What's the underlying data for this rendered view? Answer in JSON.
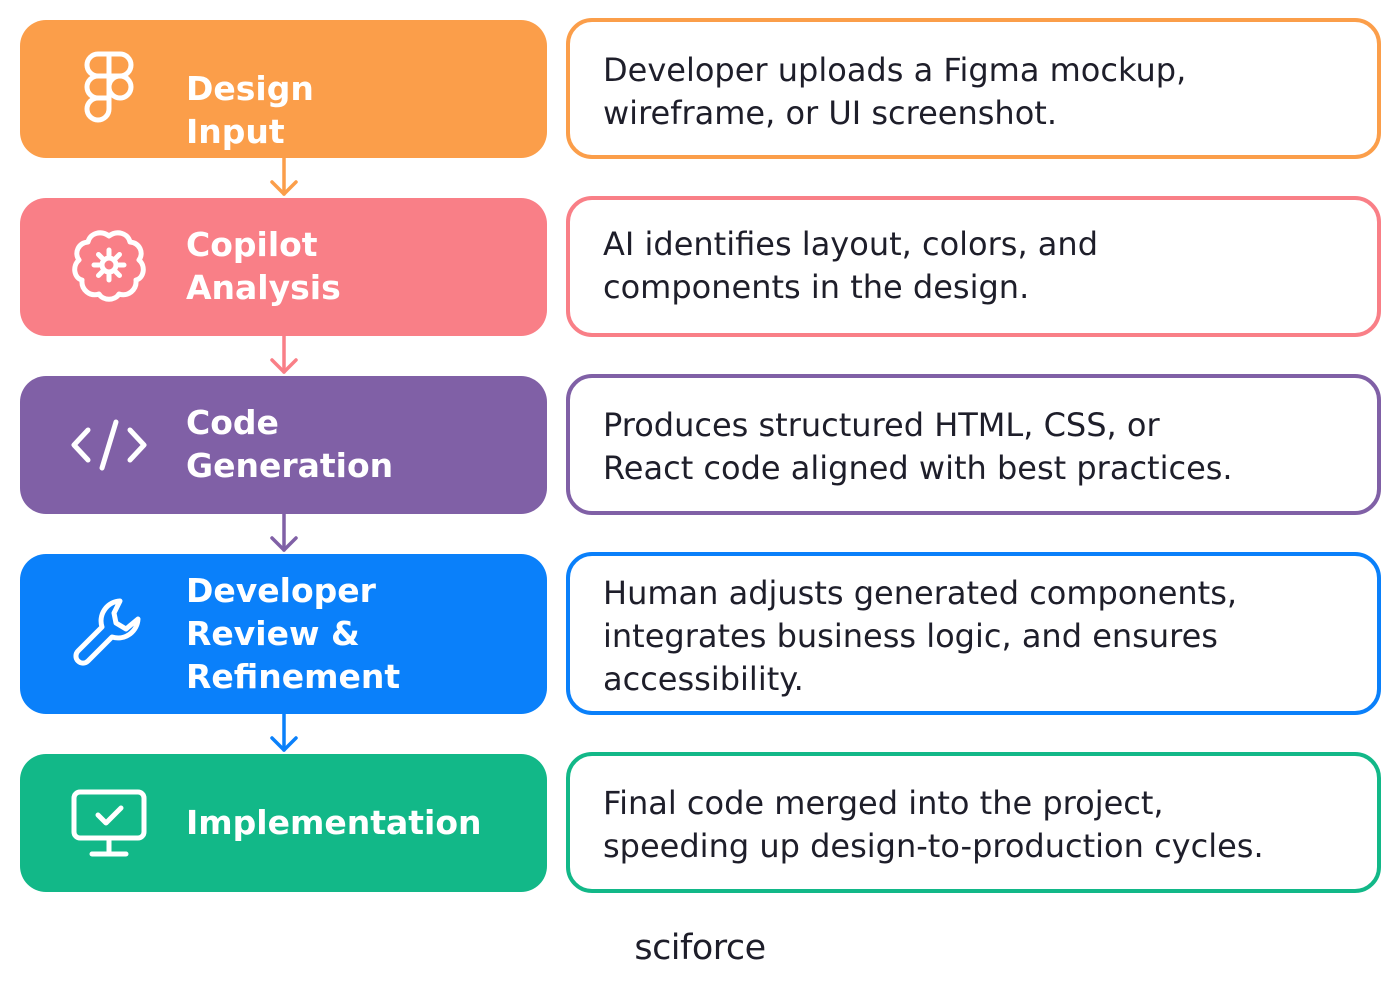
{
  "colors": {
    "orange": "#FB9E4A",
    "pink": "#F97F87",
    "purple": "#8060A6",
    "blue": "#0A80FA",
    "green": "#12B888",
    "text": "#1E1E2A"
  },
  "steps": [
    {
      "title_lines": [
        "Design",
        "Input"
      ],
      "icon": "figma-icon",
      "description_lines": [
        "Developer uploads a Figma mockup,",
        "wireframe, or UI screenshot."
      ]
    },
    {
      "title_lines": [
        "Copilot",
        "Analysis"
      ],
      "icon": "brain-gear-icon",
      "description_lines": [
        "AI identifies layout, colors, and",
        "components in the design."
      ]
    },
    {
      "title_lines": [
        "Code",
        "Generation"
      ],
      "icon": "code-icon",
      "description_lines": [
        "Produces structured HTML, CSS, or",
        "React code aligned with best practices."
      ]
    },
    {
      "title_lines": [
        "Developer",
        "Review &",
        "Refinement"
      ],
      "icon": "wrench-icon",
      "description_lines": [
        "Human adjusts generated components,",
        "integrates business logic, and ensures",
        "accessibility."
      ]
    },
    {
      "title_lines": [
        "Implementation"
      ],
      "icon": "monitor-check-icon",
      "description_lines": [
        "Final code merged into the project,",
        "speeding up design-to-production cycles."
      ]
    }
  ],
  "brand": {
    "name": "sciforce"
  }
}
